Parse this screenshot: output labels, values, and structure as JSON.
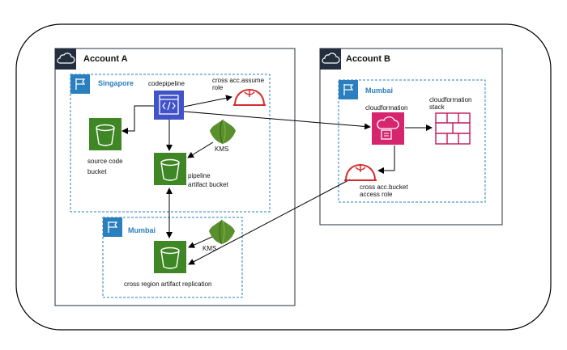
{
  "account_a": {
    "title": "Account A",
    "icon": "cloud-icon"
  },
  "account_b": {
    "title": "Account B",
    "icon": "cloud-icon"
  },
  "regions": {
    "singapore": {
      "title": "Singapore",
      "icon": "region-flag-icon"
    },
    "mumbai_a": {
      "title": "Mumbai",
      "icon": "region-flag-icon"
    },
    "mumbai_b": {
      "title": "Mumbai",
      "icon": "region-flag-icon"
    }
  },
  "nodes": {
    "codepipeline": {
      "label": "codepipeline",
      "icon": "codepipeline-icon"
    },
    "cross_acc_assume_role": {
      "label_line1": "cross acc.assume",
      "label_line2": "role",
      "icon": "iam-role-icon"
    },
    "source_bucket": {
      "label_line1": "source code",
      "label_line2": "bucket",
      "icon": "s3-bucket-icon"
    },
    "kms_singapore": {
      "label": "KMS",
      "icon": "kms-key-icon"
    },
    "artifact_bucket": {
      "label_line1": "pipeline",
      "label_line2": "artifact bucket",
      "icon": "s3-bucket-icon"
    },
    "replica_bucket": {
      "label": "cross region artifact replication",
      "icon": "s3-bucket-icon"
    },
    "kms_mumbai": {
      "label": "KMS",
      "icon": "kms-key-icon"
    },
    "cloudformation": {
      "label": "cloudformation",
      "icon": "cloudformation-icon"
    },
    "cloudformation_stack": {
      "label_line1": "cloudformation",
      "label_line2": "stack",
      "icon": "stack-icon"
    },
    "cross_acc_bucket_role": {
      "label_line1": "cross acc.bucket",
      "label_line2": "access role",
      "icon": "iam-role-icon"
    }
  },
  "colors": {
    "s3_green": "#3f8624",
    "kms_green": "#5a8f2e",
    "codepipeline_blue": "#4153c8",
    "cloudformation_pink": "#d6246e",
    "role_red": "#d62c2c",
    "region_blue": "#2a7fbf",
    "account_icon_bg": "#232f3e"
  }
}
